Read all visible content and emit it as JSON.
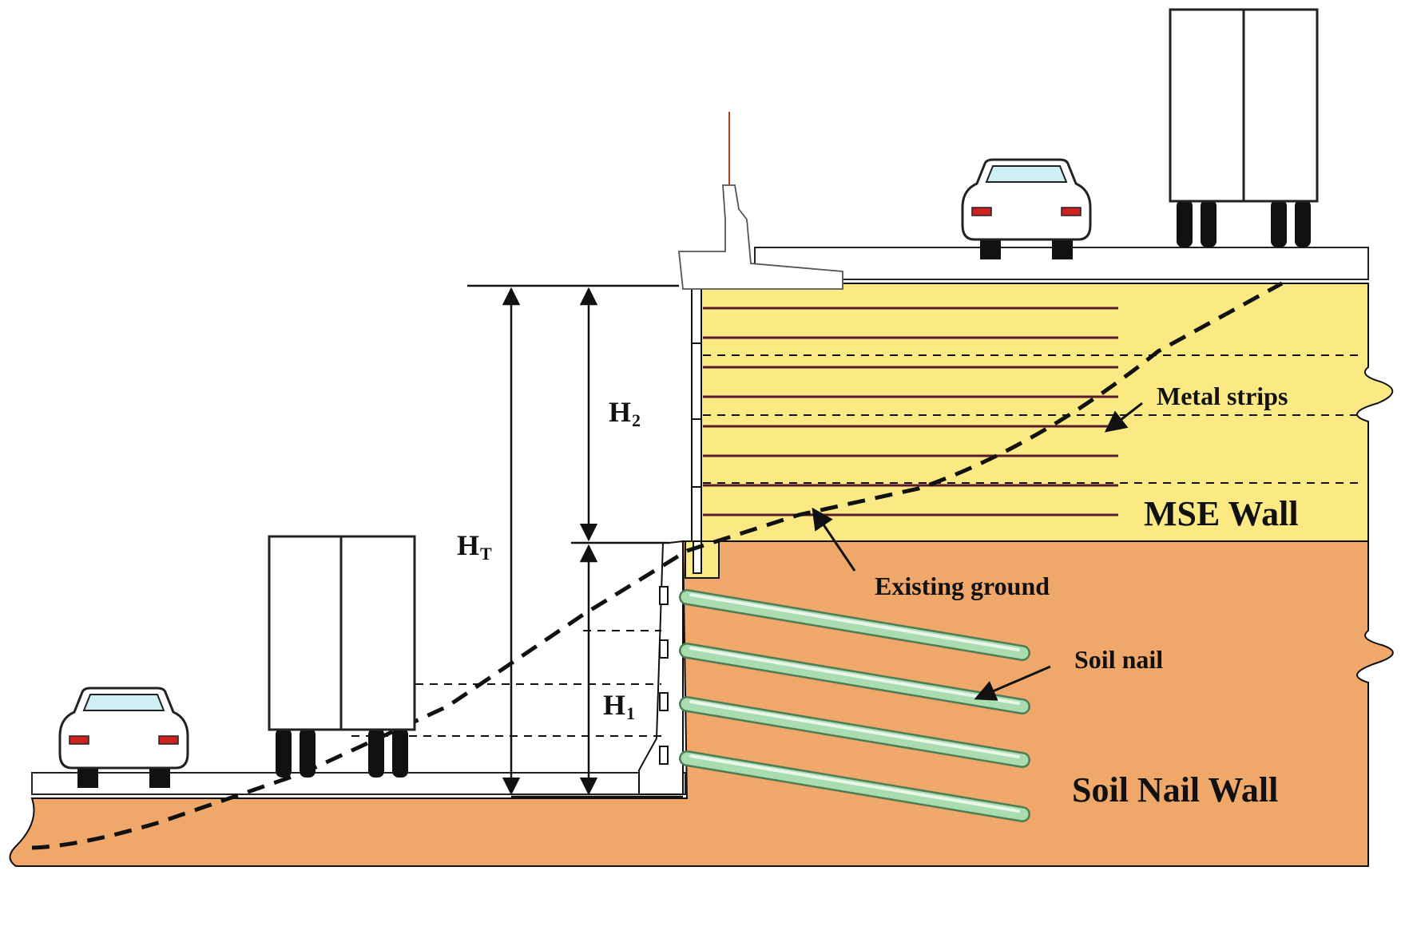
{
  "labels": {
    "metal_strips": "Metal strips",
    "mse_wall": "MSE Wall",
    "existing_ground": "Existing ground",
    "soil_nail": "Soil nail",
    "soil_nail_wall": "Soil Nail Wall"
  },
  "dimensions": {
    "h2": {
      "base": "H",
      "sub": "2"
    },
    "ht": {
      "base": "H",
      "sub": "T"
    },
    "h1": {
      "base": "H",
      "sub": "1"
    }
  },
  "colors": {
    "mse_fill": "#FBEA84",
    "soil_fill": "#F0A86A",
    "strip_line": "#5a1a2a",
    "nail_fill": "#A9DDB0",
    "vehicle_fill": "#ffffff",
    "outline": "#111111"
  },
  "icons": [
    "car-icon",
    "truck-icon"
  ]
}
